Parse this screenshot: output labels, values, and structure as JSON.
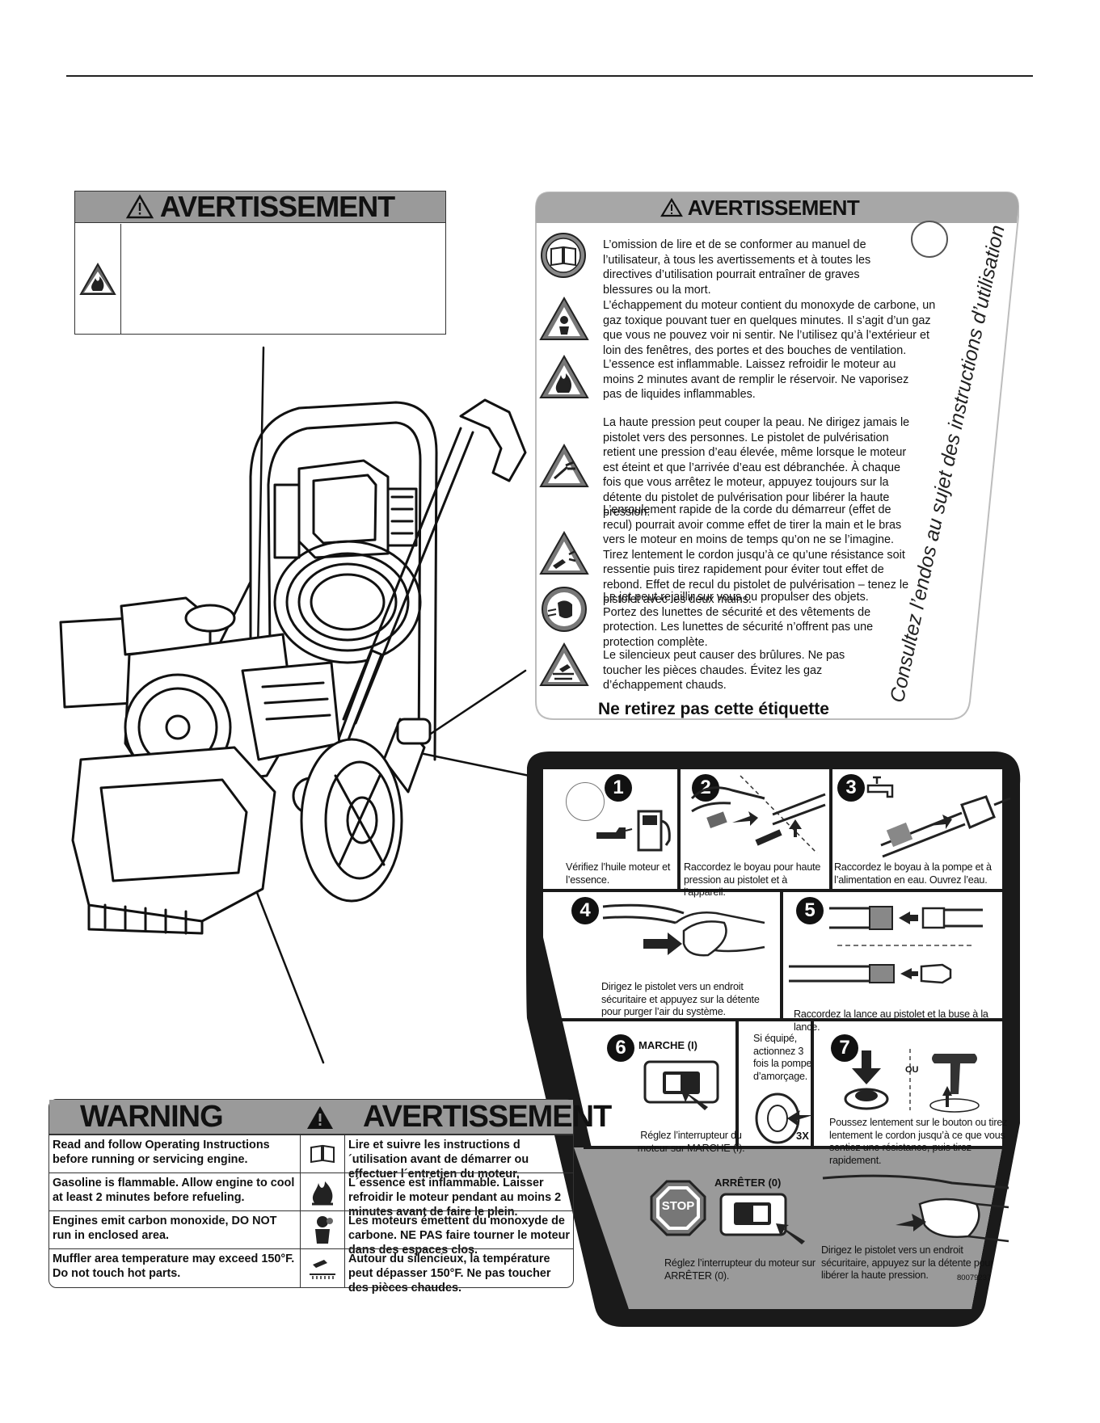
{
  "small_label": {
    "title": "AVERTISSEMENT",
    "icon": "fire-hazard-icon"
  },
  "tag": {
    "title": "AVERTISSEMENT",
    "items": [
      {
        "icon": "manual-book-icon",
        "text": "L’omission de lire et de se conformer au manuel de l’utilisateur, à tous les avertissements et à toutes les directives d’utilisation pourrait entraîner de graves blessures ou la mort."
      },
      {
        "icon": "toxic-fumes-icon",
        "text": "L’échappement du moteur contient du monoxyde de carbone, un gaz toxique pouvant tuer en quelques minutes. Il s’agit d’un gaz que vous ne pouvez voir ni sentir. Ne l’utilisez qu’à l’extérieur et loin des fenêtres, des portes et des bouches de ventilation."
      },
      {
        "icon": "fire-hazard-icon",
        "text": "L’essence est inflammable. Laissez refroidir le moteur au moins 2 minutes avant de remplir le réservoir. Ne vaporisez pas de liquides inflammables."
      },
      {
        "icon": "high-pressure-spray-icon",
        "text": "La haute pression peut couper la peau. Ne dirigez jamais le pistolet vers des personnes. Le pistolet de pulvérisation retient une pression d’eau élevée, même lorsque le moteur est éteint et que l’arrivée d’eau est débranchée. À chaque fois que vous arrêtez le moteur, appuyez toujours sur la détente du pistolet de pulvérisation pour libérer la haute pression."
      },
      {
        "icon": "recoil-hazard-icon",
        "text": "L’enroulement rapide de la corde du démarreur (effet de recul) pourrait avoir comme effet de tirer la main et le bras vers le moteur en moins de temps qu’on ne se l’imagine. Tirez lentement le cordon jusqu’à ce qu’une résistance soit ressentie puis tirez rapidement pour éviter tout effet de rebond. Effet de recul du pistolet de pulvérisation – tenez le pistolet avec les deux mains."
      },
      {
        "icon": "eye-protection-icon",
        "text": "Le jet peut rejaillir sur vous ou propulser des objets. Portez des lunettes de sécurité et des vêtements de protection. Les lunettes de sécurité n’offrent pas une protection complète."
      },
      {
        "icon": "hot-surface-icon",
        "text": "Le silencieux peut causer des brûlures. Ne pas toucher les pièces chaudes. Évitez les gaz d’échappement chauds."
      }
    ],
    "footer": "Ne retirez pas cette étiquette",
    "vertical": "Consultez l’endos au sujet des instructions d’utilisation"
  },
  "steps": {
    "s1": {
      "num": "1",
      "text": "Vérifiez l’huile moteur et l’essence."
    },
    "s2": {
      "num": "2",
      "text": "Raccordez le boyau pour haute pression au pistolet et à l’appareil."
    },
    "s3": {
      "num": "3",
      "text": "Raccordez le boyau à la pompe et à l’alimentation en eau. Ouvrez l’eau."
    },
    "s4": {
      "num": "4",
      "text": "Dirigez le pistolet vers un endroit sécuritaire et appuyez sur la détente pour purger l’air du système."
    },
    "s5": {
      "num": "5",
      "text": "Raccordez la lance au pistolet et la buse à la lance."
    },
    "s6": {
      "num": "6",
      "label": "MARCHE (I)",
      "text": "Réglez l’interrupteur du moteur sur MARCHE (I)."
    },
    "prime": {
      "text": "Si équipé, actionnez 3 fois la pompe d’amorçage.",
      "badge": "3X"
    },
    "s7": {
      "num": "7",
      "ou": "OU",
      "text": "Poussez lentement sur le bouton ou tirez lentement le cordon jusqu’à ce que vous sentiez une résistance, puis tirez rapidement."
    },
    "stop": {
      "sign": "STOP",
      "label": "ARRÊTER (0)",
      "text": "Réglez l’interrupteur du moteur sur ARRÊTER (0).",
      "text2": "Dirigez le pistolet vers un endroit sécuritaire, appuyez sur la détente pour libérer la haute pression.",
      "code": "80079237"
    }
  },
  "warning_label": {
    "title_en": "WARNING",
    "title_fr": "AVERTISSEMENT",
    "rows": [
      {
        "en": "Read and follow Operating Instructions before running or servicing engine.",
        "icon": "manual-book-icon",
        "fr": "Lire et suivre les instructions d´utilisation avant de démarrer ou effectuer l´entretien du moteur."
      },
      {
        "en": "Gasoline is flammable. Allow engine to cool at least 2 minutes before refueling.",
        "icon": "fire-hazard-icon",
        "fr": "L´essence est inflammable. Laisser refroidir le moteur pendant au moins 2 minutes avant de faire le plein."
      },
      {
        "en": "Engines emit carbon monoxide, DO NOT run in enclosed area.",
        "icon": "toxic-fumes-icon",
        "fr": "Les moteurs émettent du monoxyde de carbone. NE PAS faire tourner le moteur dans des espaces clos."
      },
      {
        "en": "Muffler area temperature may exceed 150°F. Do not touch hot parts.",
        "icon": "hot-surface-icon",
        "fr": "Autour du silencieux, la température peut dépasser 150°F. Ne pas toucher des pièces chaudes."
      }
    ]
  }
}
